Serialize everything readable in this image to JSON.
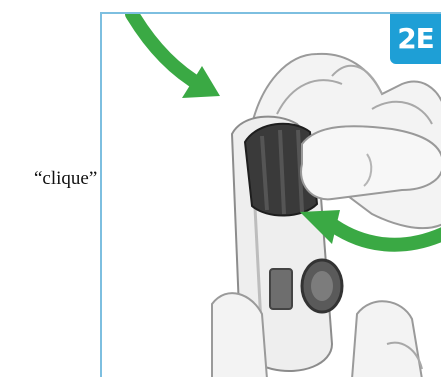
{
  "caption": "“clique”",
  "step_badge": {
    "label": "2E",
    "color": "#1e9fd6"
  },
  "colors": {
    "arrow": "#3aa944",
    "frame": "#7dbfe0",
    "burst": "#1a1a1a"
  },
  "icons": {
    "rotate_arrow_top": "curved-arrow-down",
    "rotate_arrow_right": "curved-arrow-left",
    "click_burst": "starburst"
  }
}
